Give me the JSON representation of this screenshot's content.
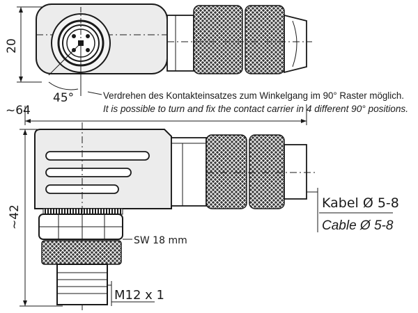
{
  "dimensions": {
    "height_top_view": "20",
    "length_total": "~64",
    "height_side_view": "~42",
    "angle": "45°"
  },
  "notes": {
    "rotation_de": "Verdrehen des Kontakteinsatzes zum Winkelgang im 90° Raster möglich.",
    "rotation_en": "It is possible to turn and fix the contact carrier in 4 different 90° positions."
  },
  "labels": {
    "cable_de": "Kabel Ø 5-8",
    "cable_en": "Cable Ø 5-8",
    "wrench_size": "SW 18 mm",
    "thread": "M12 x 1"
  }
}
